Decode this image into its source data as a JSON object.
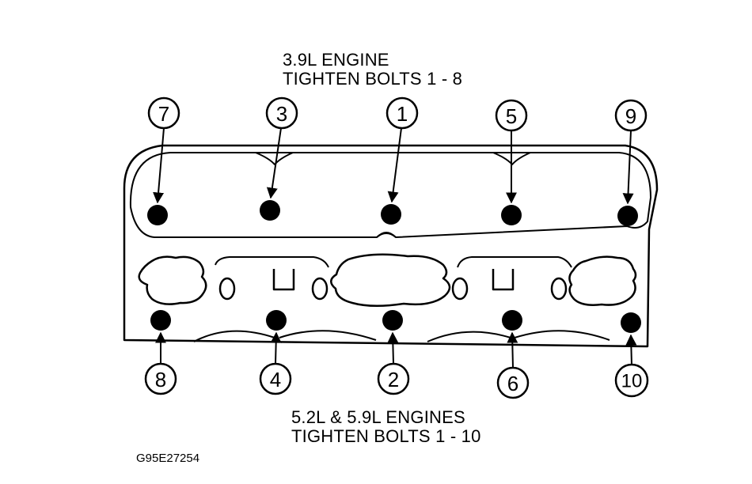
{
  "top_caption": {
    "line1": "3.9L ENGINE",
    "line2": "TIGHTEN BOLTS 1 - 8"
  },
  "bottom_caption": {
    "line1": "5.2L & 5.9L ENGINES",
    "line2": "TIGHTEN BOLTS 1 - 10"
  },
  "figure_code": "G95E27254",
  "bolt_labels": {
    "b1": "1",
    "b2": "2",
    "b3": "3",
    "b4": "4",
    "b5": "5",
    "b6": "6",
    "b7": "7",
    "b8": "8",
    "b9": "9",
    "b10": "10"
  },
  "colors": {
    "ink": "#000000",
    "paper": "#ffffff"
  }
}
